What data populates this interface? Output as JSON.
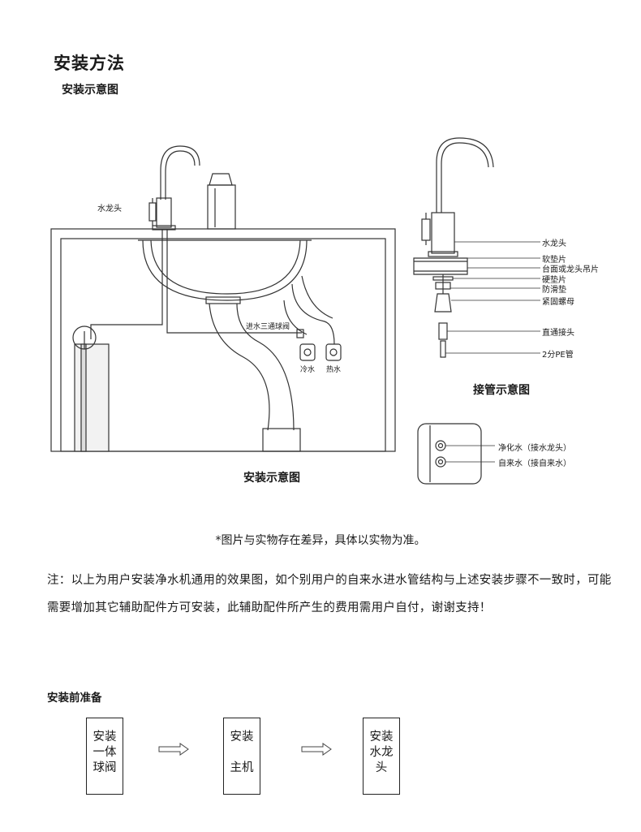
{
  "page": {
    "title": "安装方法",
    "subtitle": "安装示意图"
  },
  "install_diagram": {
    "faucet_label": "水龙头",
    "valve_label": "进水三通球阀",
    "cold_label": "冷水",
    "hot_label": "热水",
    "caption": "安装示意图"
  },
  "pipe_diagram": {
    "labels": [
      "水龙头",
      "软垫片",
      "台面或龙头吊片",
      "硬垫片",
      "防滑垫",
      "紧固螺母",
      "直通接头",
      "2分PE管"
    ],
    "caption": "接管示意图"
  },
  "connector": {
    "purified_label": "净化水（接水龙头）",
    "tap_label": "自来水（接自来水）"
  },
  "disclaimer": "*图片与实物存在差异，具体以实物为准。",
  "note": "注：以上为用户安装净水机通用的效果图，如个别用户的自来水进水管结构与上述安装步骤不一致时，可能需要增加其它辅助配件方可安装，此辅助配件所产生的费用需用户自付，谢谢支持！",
  "preparation": {
    "title": "安装前准备",
    "steps": [
      {
        "lines": [
          "安装",
          "一体",
          "球阀"
        ]
      },
      {
        "lines": [
          "安装",
          "",
          "主机"
        ]
      },
      {
        "lines": [
          "安装",
          "水龙",
          "头"
        ]
      }
    ]
  }
}
